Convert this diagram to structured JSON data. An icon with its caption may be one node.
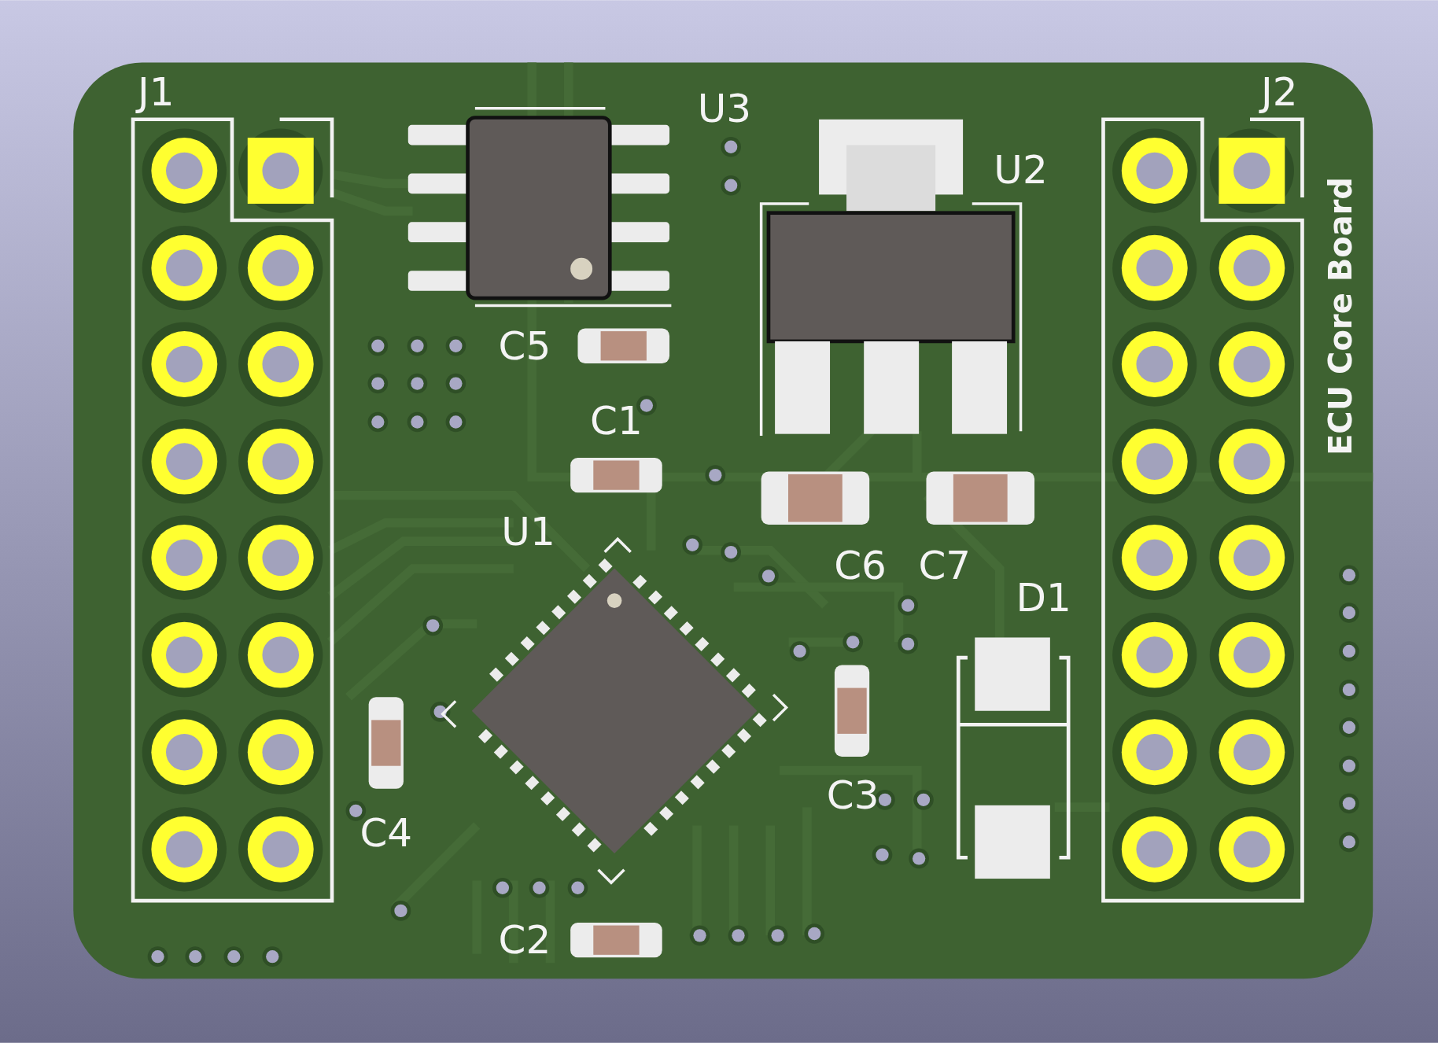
{
  "diagram": {
    "labels": [
      "J1",
      "U3",
      "J2",
      "U2",
      "C5",
      "C1",
      "U1",
      "C6",
      "C7",
      "D1",
      "C4",
      "C3",
      "C2",
      "ECU Core Board"
    ]
  }
}
